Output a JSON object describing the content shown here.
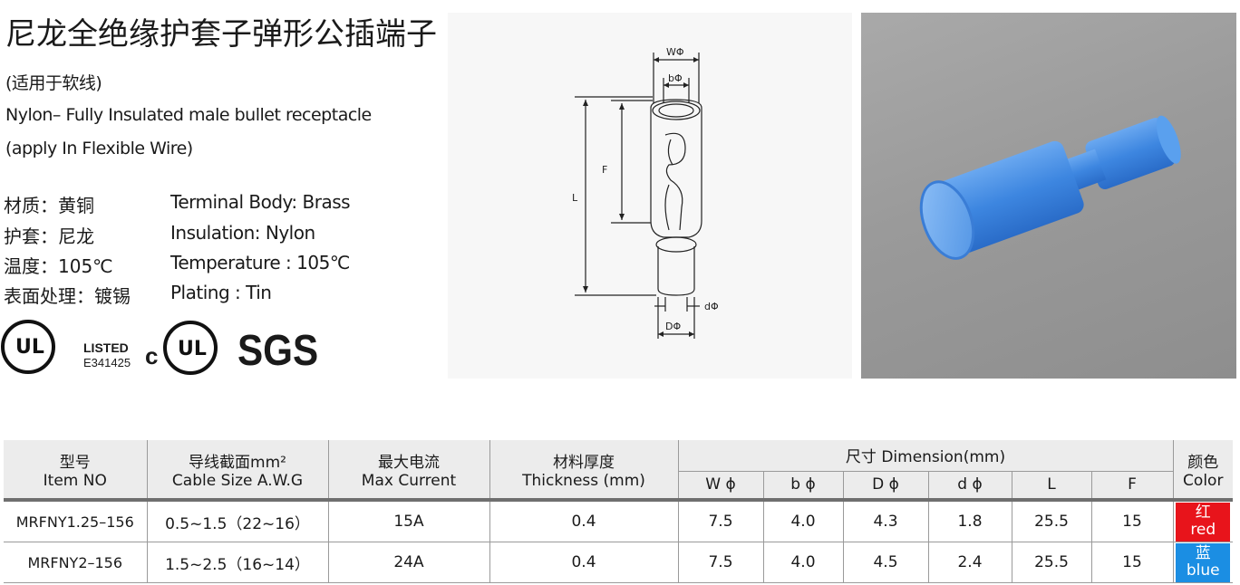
{
  "title_cn": "尼龙全绝缘护套子弹形公插端子",
  "subtitle_cn": "(适用于软线)",
  "title_en": "Nylon– Fully Insulated male bullet receptacle",
  "subtitle_en": "(apply In Flexible Wire)",
  "specs": [
    {
      "cn": "材质：黄铜",
      "en": "Terminal Body: Brass"
    },
    {
      "cn": "护套：尼龙",
      "en": "Insulation: Nylon"
    },
    {
      "cn": "温度：105℃",
      "en": "Temperature : 105℃"
    },
    {
      "cn": "表面处理：镀锡",
      "en": "Plating : Tin"
    }
  ],
  "certs": {
    "ul": "UL",
    "listed": "LISTED",
    "file_no": "E341425",
    "c": "c",
    "cul": "UL",
    "sgs": "SGS"
  },
  "drawing": {
    "W": "WΦ",
    "b": "bΦ",
    "D": "DΦ",
    "d": "dΦ",
    "L": "L",
    "F": "F"
  },
  "table": {
    "headers": {
      "item_cn": "型号",
      "item_en": "Item NO",
      "cable_cn": "导线截面mm²",
      "cable_en": "Cable Size  A.W.G",
      "current_cn": "最大电流",
      "current_en": "Max Current",
      "thick_cn": "材料厚度",
      "thick_en": "Thickness (mm)",
      "dim": "尺寸 Dimension(mm)",
      "color_cn": "颜色",
      "color_en": "Color",
      "sub": [
        "W ϕ",
        "b ϕ",
        "D ϕ",
        "d ϕ",
        "L",
        "F"
      ]
    },
    "rows": [
      {
        "item": "MRFNY1.25–156",
        "cable": "0.5~1.5（22~16）",
        "current": "15A",
        "thick": "0.4",
        "dims": [
          "7.5",
          "4.0",
          "4.3",
          "1.8",
          "25.5",
          "15"
        ],
        "color_cn": "红",
        "color_en": "red",
        "color_hex": "#e8141b"
      },
      {
        "item": "MRFNY2–156",
        "cable": "1.5~2.5（16~14）",
        "current": "24A",
        "thick": "0.4",
        "dims": [
          "7.5",
          "4.0",
          "4.5",
          "2.4",
          "25.5",
          "15"
        ],
        "color_cn": "蓝",
        "color_en": "blue",
        "color_hex": "#1b8ee3"
      }
    ]
  }
}
